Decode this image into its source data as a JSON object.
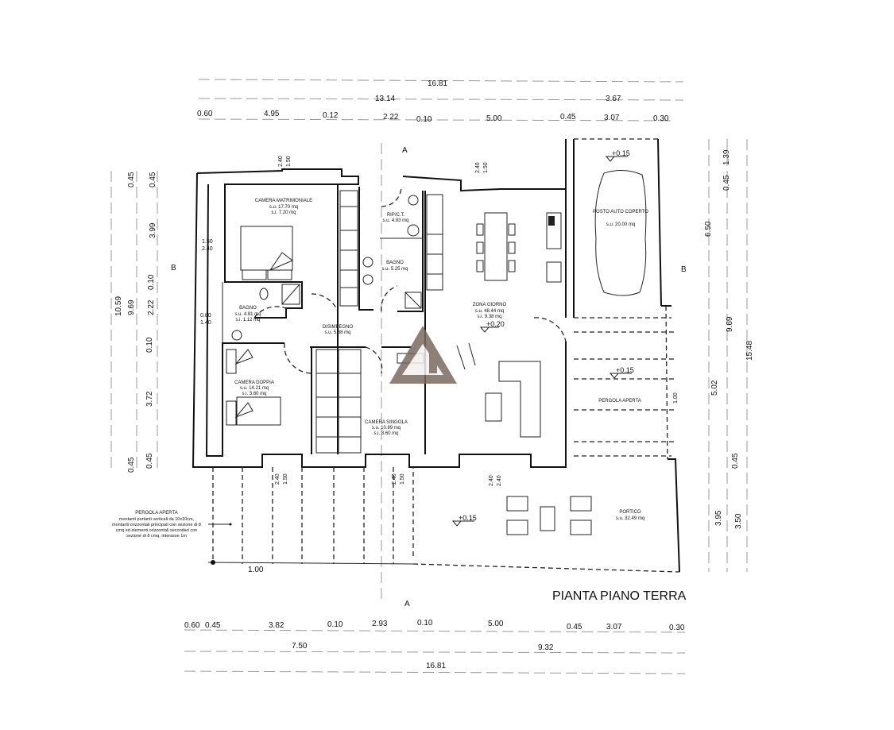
{
  "title": "PIANTA PIANO TERRA",
  "section_markers": {
    "a": "A",
    "b": "B"
  },
  "colors": {
    "lines": "#111111",
    "watermark": "#7a6a5f"
  },
  "watermark_icon": "triangle-logo",
  "rooms": [
    {
      "name": "CAMERA MATRIMONIALE",
      "su": "s.u. 17.70 mq",
      "si": "s.i. 7.20 mq"
    },
    {
      "name": "RIP/C.T.",
      "su": "s.u. 4.83 mq"
    },
    {
      "name": "BAGNO",
      "su": "s.u. 5.25 mq"
    },
    {
      "name": "BAGNO",
      "su": "s.u. 4.81 mq",
      "si": "s.i. 1.12 mq"
    },
    {
      "name": "DISIMPEGNO",
      "su": "s.u. 5.88 mq"
    },
    {
      "name": "ZONA GIORNO",
      "su": "s.u. 48.44 mq",
      "si": "s.i. 9.38 mq"
    },
    {
      "name": "CAMERA DOPPIA",
      "su": "s.u. 14.21 mq",
      "si": "s.i. 3.60 mq"
    },
    {
      "name": "CAMERA SINGOLA",
      "su": "s.u. 10.89 mq",
      "si": "s.i. 3.60 mq"
    },
    {
      "name": "POSTO AUTO COPERTO",
      "su": "s.u. 20.00 mq"
    },
    {
      "name": "PERGOLA APERTA"
    },
    {
      "name": "PORTICO",
      "su": "s.u. 32.49 mq"
    }
  ],
  "levels": {
    "living": "+0.20",
    "garage": "+0.15",
    "pergola": "+0.15",
    "portico": "+0.15"
  },
  "pergola_note": {
    "title": "PERGOLA APERTA",
    "lines": [
      "montanti portanti verticali da 10x10cm,",
      "montanti orizzontali principali con sezione di 8",
      "cmq ed elementi orizzontali secondari con",
      "sezione di 8 cmq. interasse 1m"
    ]
  },
  "windows": {
    "w150": "1.50",
    "w240": "2.40",
    "w080": "0.80",
    "w140": "1.40"
  },
  "pergola_spacing": "1.00",
  "dimensions": {
    "top": {
      "total": "16.81",
      "row2": [
        "13.14",
        "3.67"
      ],
      "row3": [
        "0.60",
        "4.95",
        "0.12",
        "2.22",
        "0.10",
        "5.00",
        "0.45",
        "3.07",
        "0.30"
      ]
    },
    "bottom": {
      "row1": [
        "0.60",
        "0.45",
        "3.82",
        "0.10",
        "2.93",
        "0.10",
        "5.00",
        "0.45",
        "3.07",
        "0.30"
      ],
      "row2": [
        "7.50",
        "9.32"
      ],
      "total": "16.81"
    },
    "left": {
      "outer": "10.59",
      "mid": [
        "0.45",
        "9.69",
        "0.45"
      ],
      "inner": [
        "0.45",
        "3.99",
        "0.10",
        "2.22",
        "0.10",
        "3.72",
        "0.45"
      ]
    },
    "right": {
      "inner": [
        "1.39",
        "0.45",
        "9.69",
        "0.45",
        "3.50"
      ],
      "mid": [
        "6.50",
        "5.02",
        "3.95"
      ],
      "outer": "15.48"
    }
  }
}
